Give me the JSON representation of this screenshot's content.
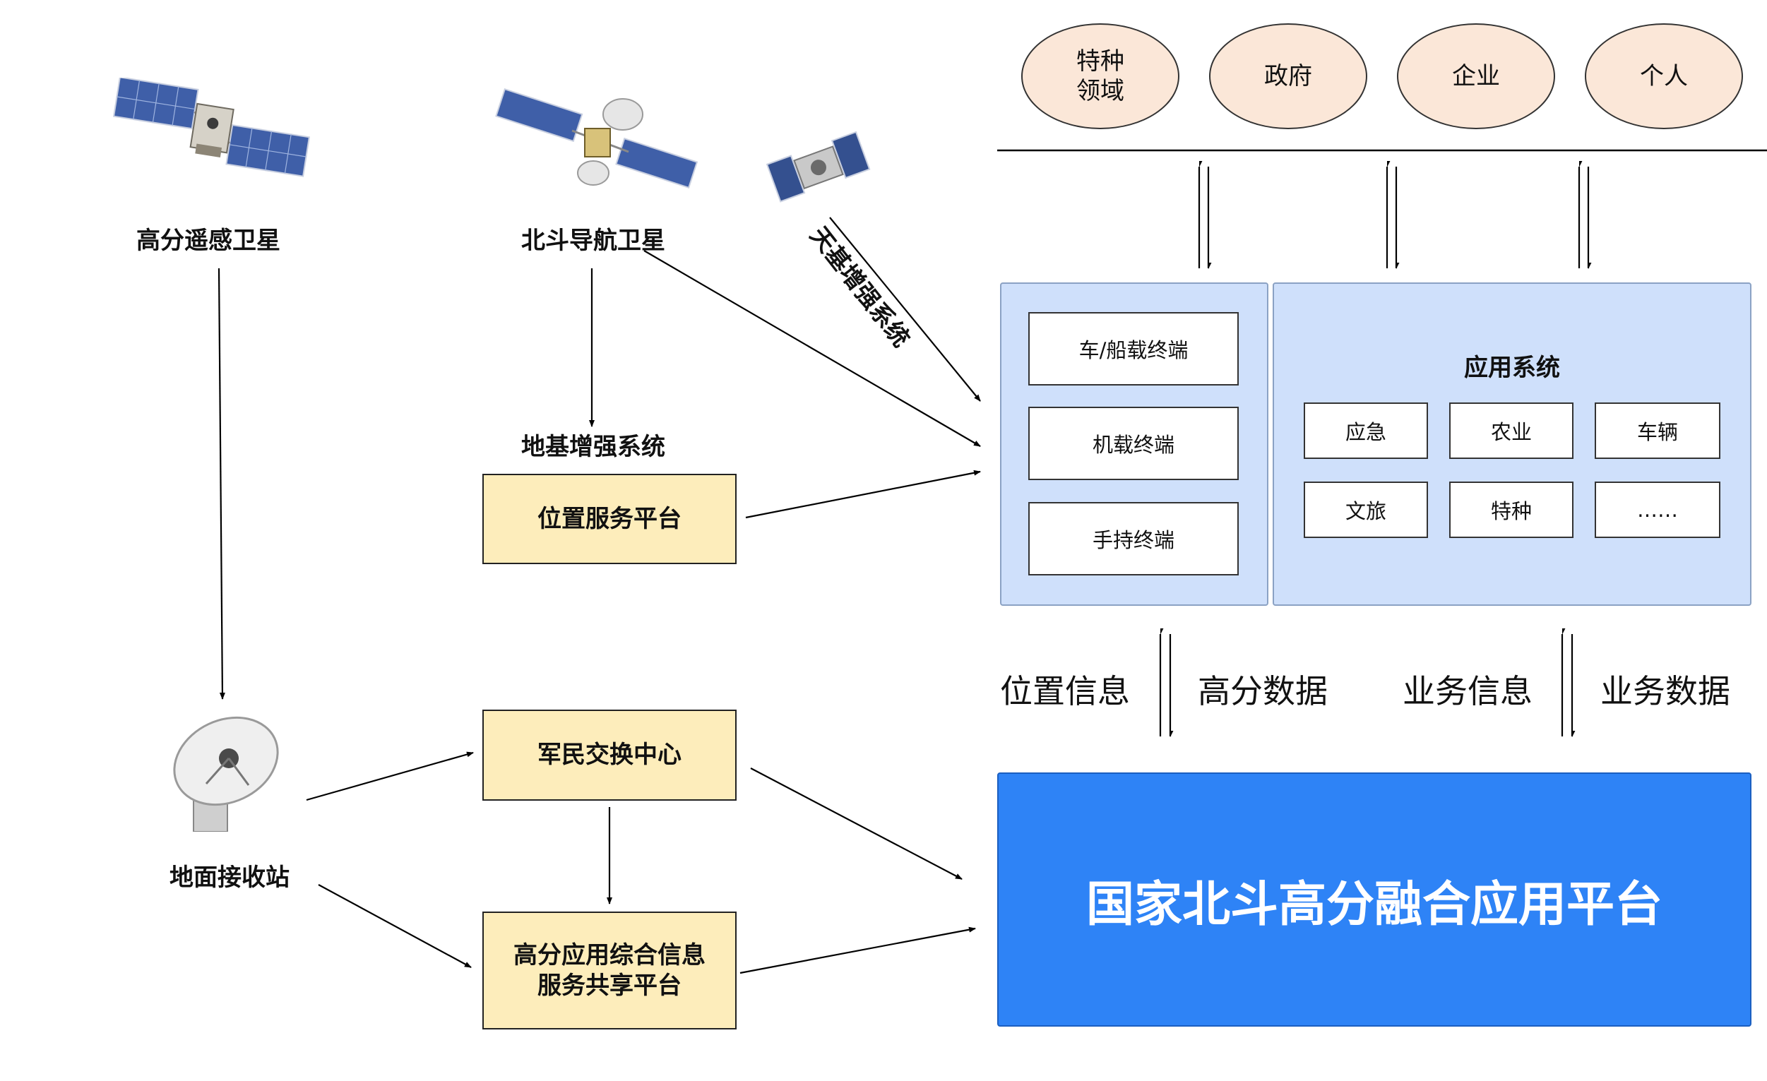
{
  "sources": {
    "remote_sensing_sat": "高分遥感卫星",
    "beidou_sat": "北斗导航卫星",
    "space_augmentation": "天基增强系统",
    "ground_augmentation": "地基增强系统",
    "ground_station": "地面接收站"
  },
  "platforms": {
    "location_service": "位置服务平台",
    "civil_military_exchange": "军民交换中心",
    "gaofen_info_line1": "高分应用综合信息",
    "gaofen_info_line2": "服务共享平台"
  },
  "users": [
    {
      "line1": "特种",
      "line2": "领域"
    },
    {
      "line1": "政府",
      "line2": ""
    },
    {
      "line1": "企业",
      "line2": ""
    },
    {
      "line1": "个人",
      "line2": ""
    }
  ],
  "terminals": [
    "车/船载终端",
    "机载终端",
    "手持终端"
  ],
  "app_system": {
    "title": "应用系统",
    "items": [
      "应急",
      "农业",
      "车辆",
      "文旅",
      "特种",
      "……"
    ]
  },
  "flows": [
    "位置信息",
    "高分数据",
    "业务信息",
    "业务数据"
  ],
  "main_platform": "国家北斗高分融合应用平台",
  "colors": {
    "platform_blue": "#2e83f6",
    "panel_blue": "#cfe0fb",
    "box_yellow": "#fdedbb",
    "oval_peach": "#fbe7d8"
  }
}
